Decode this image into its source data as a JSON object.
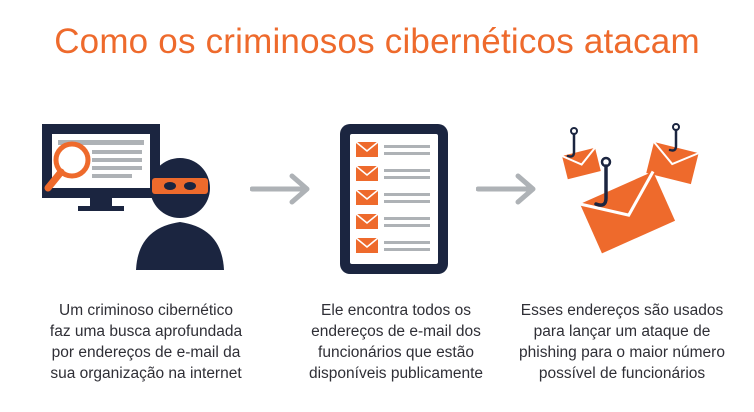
{
  "title": "Como os criminosos cibernéticos atacam",
  "steps": [
    {
      "icon": "hacker-searching-computer-icon",
      "caption": "Um criminoso cibernético\nfaz uma busca aprofundada\npor endereços de e-mail da\nsua organização na internet"
    },
    {
      "icon": "email-list-document-icon",
      "caption": "Ele encontra todos os\nendereços de e-mail dos\nfuncionários que estão\ndisponíveis publicamente"
    },
    {
      "icon": "phishing-hooked-envelopes-icon",
      "caption": "Esses endereços são usados\npara lançar um ataque de\nphishing para o maior número\npossível de funcionários"
    }
  ],
  "arrows": [
    "arrow-right-icon",
    "arrow-right-icon"
  ],
  "colors": {
    "accent": "#ee6a2c",
    "navy": "#1b2540",
    "gray": "#aeb2b6"
  }
}
